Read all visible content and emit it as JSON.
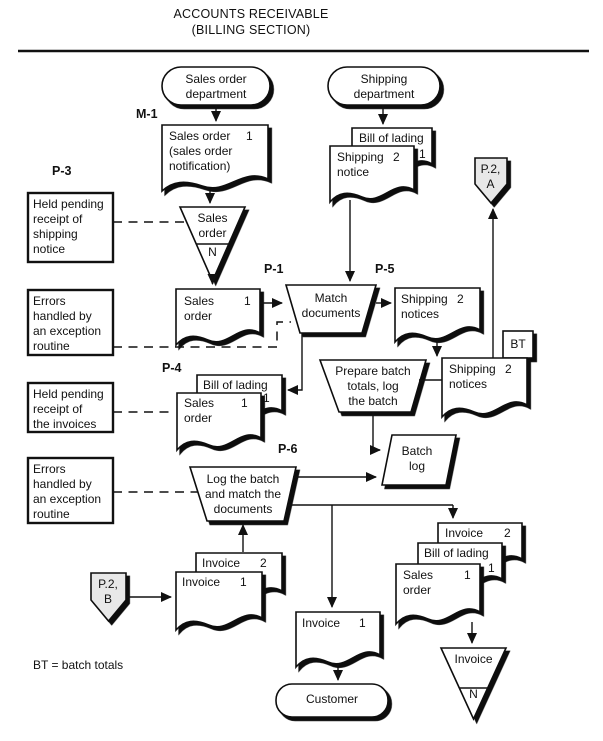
{
  "page_title": "ACCOUNTS RECEIVABLE\n(BILLING SECTION)",
  "legend": "BT = batch totals",
  "terminators": {
    "sales_order_department": "Sales order\ndepartment",
    "shipping_department": "Shipping\ndepartment",
    "customer": "Customer"
  },
  "ref_labels": {
    "m1": "M-1",
    "p3": "P-3",
    "p1": "P-1",
    "p5": "P-5",
    "p4": "P-4",
    "p6": "P-6"
  },
  "annotations": {
    "held_pending_shipping_notice": "Held pending\nreceipt of\nshipping\nnotice",
    "errors_exception_routine_1": "Errors\nhandled by\nan exception\nroutine",
    "held_pending_invoices": "Held pending\nreceipt of\nthe invoices",
    "errors_exception_routine_2": "Errors\nhandled by\nan exception\nroutine"
  },
  "processes": {
    "match_documents": "Match\ndocuments",
    "prepare_batch_totals": "Prepare batch\ntotals, log\nthe batch",
    "log_batch_match_documents": "Log the batch\nand match the\ndocuments"
  },
  "documents": {
    "sales_order_notification": {
      "label": "Sales order\n(sales order\nnotification)",
      "copy": "1"
    },
    "bill_of_lading_in": {
      "label": "Bill of lading",
      "copy": "1"
    },
    "shipping_notice_in": {
      "label": "Shipping\nnotice",
      "copy": "2"
    },
    "sales_order_matched": {
      "label": "Sales\norder",
      "copy": "1"
    },
    "shipping_notices_out": {
      "label": "Shipping\nnotices",
      "copy": "2"
    },
    "bill_of_lading_held": {
      "label": "Bill of lading",
      "copy": "1"
    },
    "sales_order_held": {
      "label": "Sales\norder",
      "copy": "1"
    },
    "shipping_notices_bt": {
      "label": "Shipping\nnotices",
      "copy": "2"
    },
    "invoice_2_in": {
      "label": "Invoice",
      "copy": "2"
    },
    "invoice_1_in": {
      "label": "Invoice",
      "copy": "1"
    },
    "invoice_2_filed": {
      "label": "Invoice",
      "copy": "2"
    },
    "bill_of_lading_filed": {
      "label": "Bill of lading",
      "copy": "1"
    },
    "sales_order_filed": {
      "label": "Sales\norder",
      "copy": "1"
    },
    "invoice_to_customer": {
      "label": "Invoice",
      "copy": "1"
    }
  },
  "files": {
    "sales_order_file": {
      "label": "Sales\norder",
      "index": "N"
    },
    "invoice_file": {
      "label": "Invoice",
      "index": "N"
    }
  },
  "data_stores": {
    "batch_log": "Batch\nlog"
  },
  "offpage_connectors": {
    "to_page2_a": "P.2,\nA",
    "from_page2_b": "P.2,\nB"
  },
  "tags": {
    "bt": "BT"
  },
  "colors": {
    "ink": "#111111",
    "connector_fill": "#e8e8e8"
  }
}
